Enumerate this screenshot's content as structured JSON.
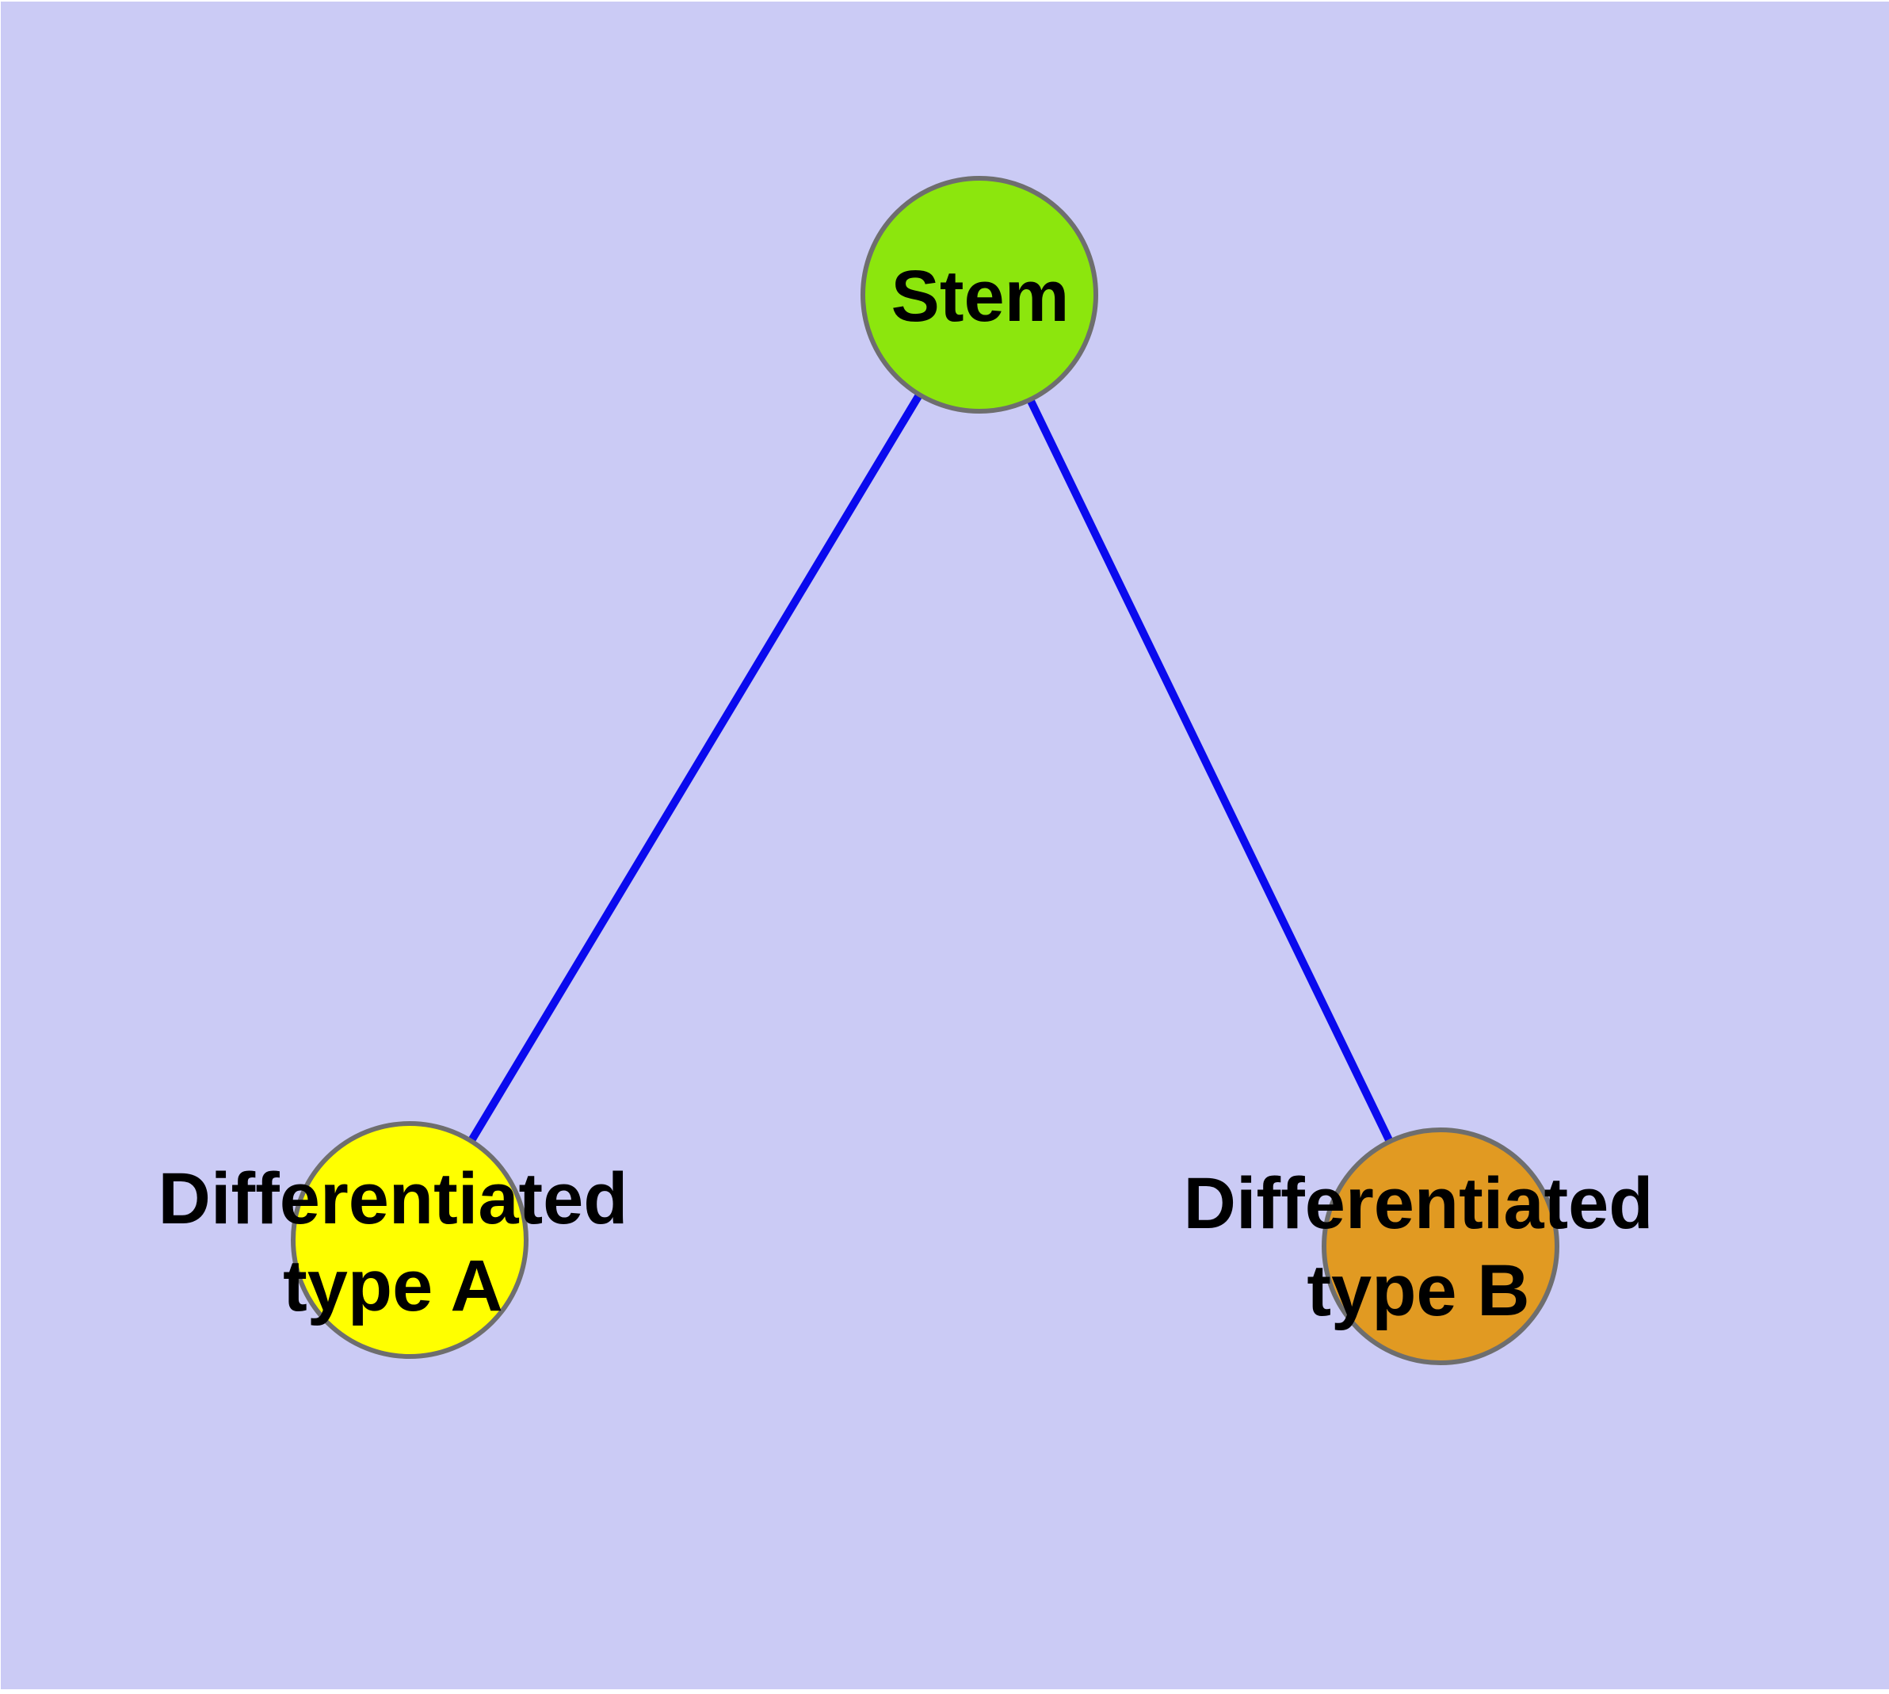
{
  "diagram": {
    "background_color": "#CBCBF5",
    "edge_color": "#0A0AEE",
    "node_border_color": "#6E6E6E",
    "text_color": "#000000",
    "nodes": [
      {
        "id": "stem",
        "label_lines": [
          "Stem"
        ],
        "fill": "#8CE60D"
      },
      {
        "id": "type-a",
        "label_lines": [
          "Differentiated",
          "type A"
        ],
        "fill": "#FFFF00"
      },
      {
        "id": "type-b",
        "label_lines": [
          "Differentiated",
          "type B"
        ],
        "fill": "#E19A22"
      }
    ],
    "edges": [
      {
        "from": "stem",
        "to": "type-a"
      },
      {
        "from": "stem",
        "to": "type-b"
      }
    ]
  }
}
